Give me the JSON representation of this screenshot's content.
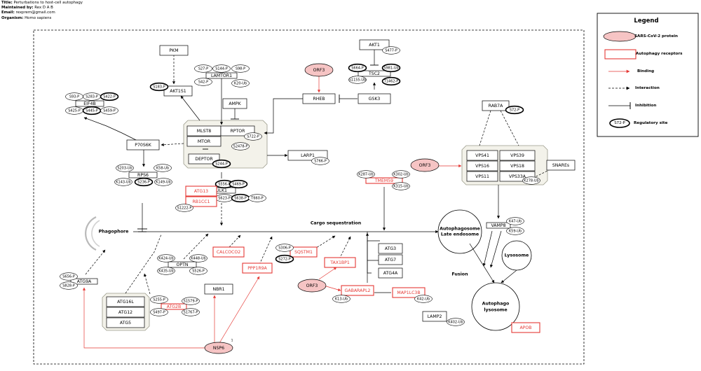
{
  "meta": [
    {
      "k": "Title:",
      "v": "Perturbations to host-cell autophagy"
    },
    {
      "k": "Maintained by:",
      "v": "Rex D A B"
    },
    {
      "k": "Email:",
      "v": "rexprem@gmail.com"
    },
    {
      "k": "Organism:",
      "v": "Homo sapiens"
    }
  ],
  "legend": {
    "title": "Legend",
    "items": [
      "SARS-CoV-2 protein",
      "Autophagy receptors",
      "Binding",
      "Interaction",
      "Inhibition",
      "Regulatory site"
    ],
    "site_example": "S72-P"
  },
  "proteins": {
    "PKM": "PKM",
    "AKT1S1": "AKT1S1",
    "LAMTOR1": "LAMTOR1",
    "AMPK": "AMPK",
    "EIF4B": "EIF4B",
    "P70S6K": "P70S6K",
    "RPS6": "RPS6",
    "MLST8": "MLST8",
    "RPTOR": "RPTOR",
    "MTOR": "MTOR",
    "DEPTOR": "DEPTOR",
    "LARP1": "LARP1",
    "AKT1": "AKT1",
    "TSC2": "TSC2",
    "RHEB": "RHEB",
    "GSK3": "GSK3",
    "RAB7A": "RAB7A",
    "VPS41": "VPS41",
    "VPS39": "VPS39",
    "VPS16": "VPS16",
    "VPS18": "VPS18",
    "VPS11": "VPS11",
    "VPS33A": "VPS33A",
    "SNAREs": "SNAREs",
    "ULK1": "ULK1",
    "OPTN": "OPTN",
    "ATG3": "ATG3",
    "ATG7": "ATG7",
    "ATG4A": "ATG4A",
    "VAMP8": "VAMP8",
    "ATG9A": "ATG9A",
    "ATG16L": "ATG16L",
    "ATG12": "ATG12",
    "ATG5": "ATG5",
    "NBR1": "NBR1",
    "LAMP2": "LAMP2"
  },
  "receptors": {
    "ATG13": "ATG13",
    "RB1CC1": "RB1CC1",
    "TMEM59": "TMEM59",
    "CALCOCO2": "CALCOCO2",
    "PPP1R9A": "PPP1R9A",
    "SQSTM1": "SQSTM1",
    "TAX1BP1": "TAX1BP1",
    "GABARAPL2": "GABARAPL2",
    "MAP1LC3B": "MAP1LC3B",
    "ATG2B": "ATG2B",
    "APOB": "APOB"
  },
  "viral": {
    "ORF3_a": "ORF3",
    "ORF3_b": "ORF3",
    "ORF3_c": "ORF3",
    "NSP6": "NSP6"
  },
  "sites": {
    "s1": "S27-P",
    "s2": "S144-P",
    "s3": "S98-P",
    "s4": "S42-P",
    "s5": "K20-Ub",
    "s6": "S183-P",
    "s7": "S93-P",
    "s8": "S283-P",
    "s9": "S422-P",
    "s10": "S425-P",
    "s11": "S445-P",
    "s12": "S459-P",
    "s13": "S203-Ub",
    "s14": "K58-Ub",
    "s15": "K143-Ub",
    "s16": "S236-P",
    "s17": "K149-Ub",
    "s18": "S722-P",
    "s19": "S2478-P",
    "s20": "S244-P",
    "s21": "S766-P",
    "s22": "S477-P",
    "s23": "S664-P",
    "s24": "S981-Ub",
    "s25": "S1155-Ub",
    "s26": "T1462-P",
    "s27": "S72-P",
    "s28": "K278-Ub",
    "s29": "K287-Ub",
    "s30": "K302-Ub",
    "s31": "K315-Ub",
    "s32": "S556-P",
    "s33": "S469-P",
    "s34": "S623-P",
    "s35": "S638-P",
    "s36": "T660-P",
    "s37": "S1222-P",
    "s38": "K424-Ub",
    "s39": "K448-Ub",
    "s40": "K435-Ub",
    "s41": "S526-P",
    "s42": "S306-P",
    "s43": "S272-P",
    "s44": "K47-Ub",
    "s45": "K59-Ub",
    "s46": "S656-P",
    "s47": "S828-P",
    "s48": "S255-P",
    "s49": "S1579-P",
    "s50": "S497-P",
    "s51": "S1767-P",
    "s52": "K13-Ub",
    "s53": "K42-Ub",
    "s54": "K402-Ub"
  },
  "labels": {
    "phagophore": "Phagophore",
    "cargo": "Cargo sequestration",
    "autophagosome1": "Autophagosome",
    "autophagosome2": "Late endosome",
    "lysosome": "Lysosome",
    "fusion": "Fusion",
    "autolyso1": "Autophago",
    "autolyso2": "lysosome",
    "note": "1"
  },
  "colors": {
    "viral_fill": "#f6c4c4",
    "receptor": "#e53935",
    "edge": "#000000",
    "complex_fill": "#f3f2ea"
  }
}
